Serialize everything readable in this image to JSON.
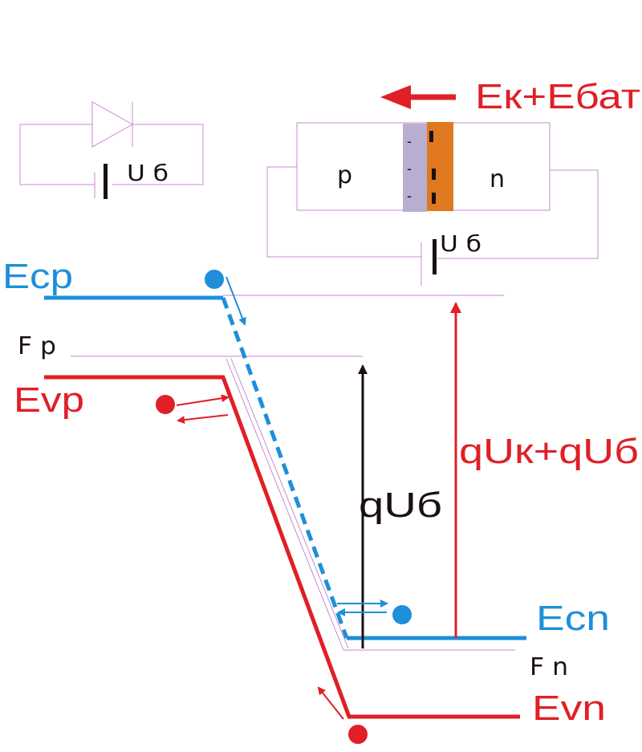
{
  "colors": {
    "red": "#e01f26",
    "blue": "#1e8fd8",
    "black": "#1a1014",
    "pink_wire": "#c88ad0",
    "depletion_p": "#b8aed0",
    "depletion_n": "#e07820"
  },
  "circuit": {
    "battery_label": "U б",
    "components": [
      "diode-symbol",
      "battery-symbol"
    ]
  },
  "junction": {
    "field_label": "Ек+Ебат",
    "p_label": "p",
    "n_label": "n",
    "minus_signs": [
      "-",
      "-",
      "-"
    ],
    "battery_label": "U б"
  },
  "bands": {
    "ecp": "Ecp",
    "fp": "F p",
    "evp": "Evp",
    "ecn": "Ecn",
    "fn": "F n",
    "evn": "Evn"
  },
  "arrows": {
    "qub": "qUб",
    "quk_qub": "qUк+qUб"
  }
}
